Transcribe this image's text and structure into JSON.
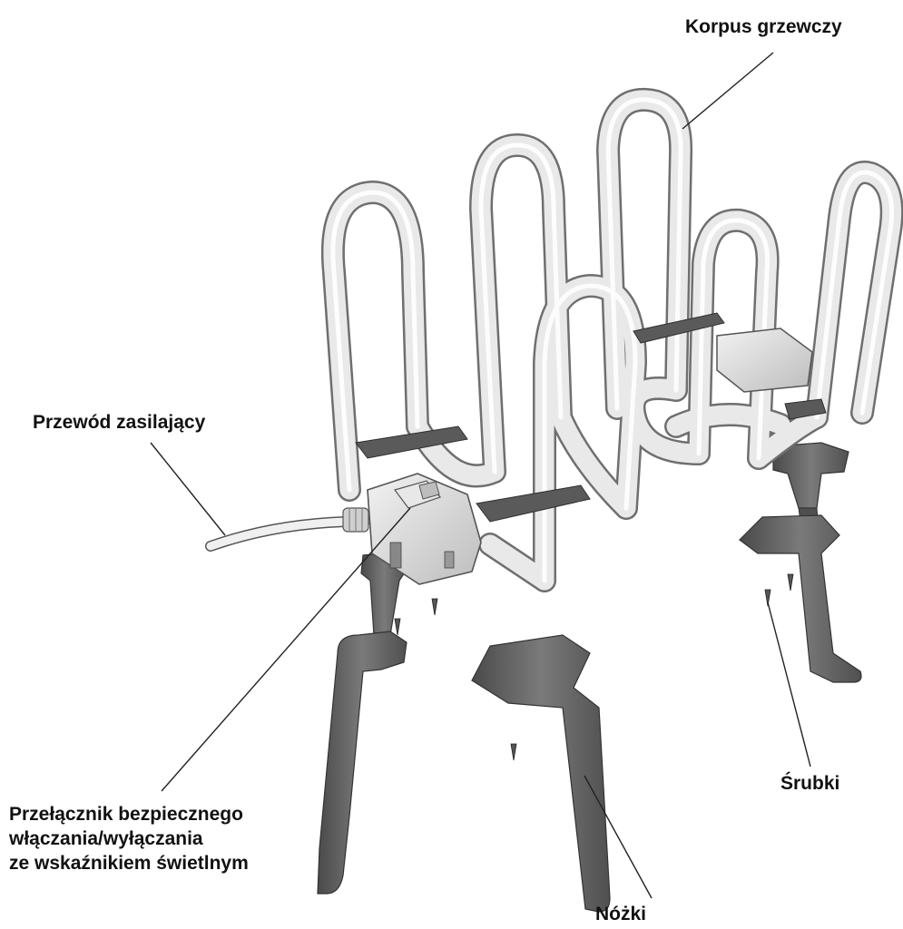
{
  "labels": {
    "heating_body": "Korpus grzewczy",
    "power_cord": "Przewód zasilający",
    "switch_lines": [
      "Przełącznik bezpiecznego",
      "włączania/wyłączania",
      "ze wskaźnikiem świetlnym"
    ],
    "screws": "Śrubki",
    "feet": "Nóżki"
  },
  "colors": {
    "tube_dark": "#6f6f6f",
    "tube_light": "#e9e9e9",
    "feet": "#5c5c5c",
    "housing": "#d6d6d6",
    "leader_line": "#222222"
  }
}
